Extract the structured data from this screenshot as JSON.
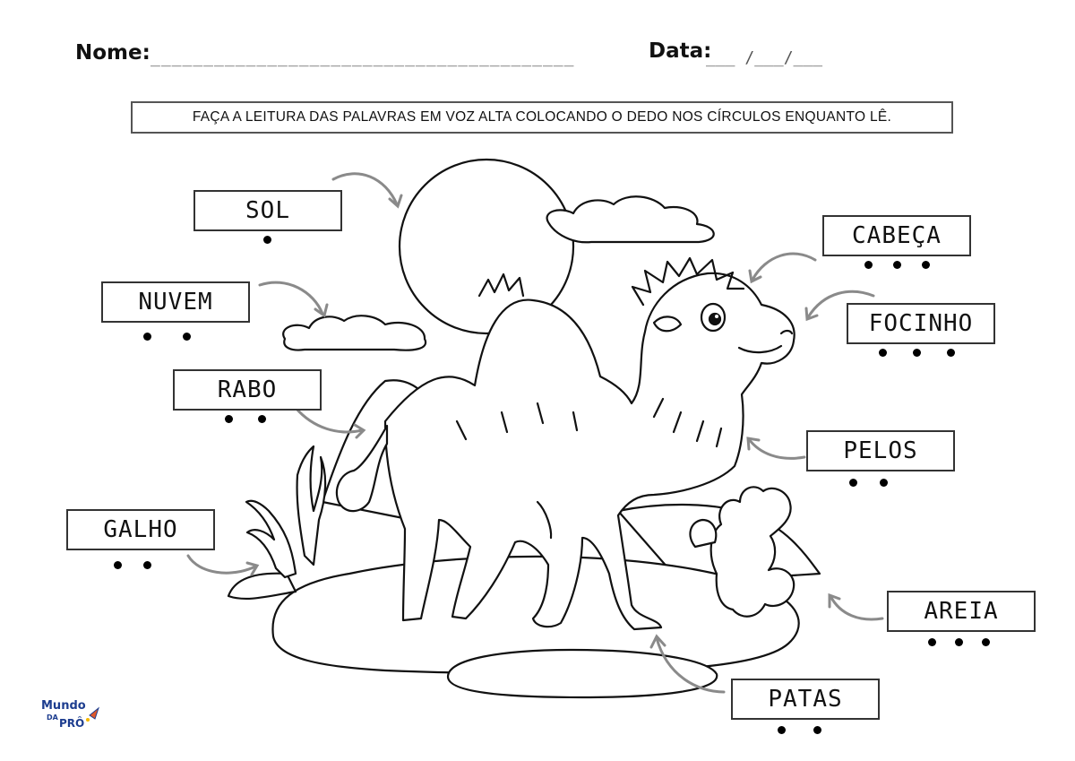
{
  "header": {
    "name_label": "Nome:",
    "name_line": "________________________________________",
    "date_label": "Data:",
    "date_line": "___ /___/___"
  },
  "instruction": "FAÇA A LEITURA DAS PALAVRAS EM VOZ ALTA COLOCANDO O DEDO NOS CÍRCULOS ENQUANTO LÊ.",
  "words": [
    {
      "id": "sol",
      "text": "SOL",
      "syllables": 1
    },
    {
      "id": "nuvem",
      "text": "NUVEM",
      "syllables": 2
    },
    {
      "id": "rabo",
      "text": "RABO",
      "syllables": 2
    },
    {
      "id": "galho",
      "text": "GALHO",
      "syllables": 2
    },
    {
      "id": "cabeca",
      "text": "CABEÇA",
      "syllables": 3
    },
    {
      "id": "focinho",
      "text": "FOCINHO",
      "syllables": 3
    },
    {
      "id": "pelos",
      "text": "PELOS",
      "syllables": 2
    },
    {
      "id": "areia",
      "text": "AREIA",
      "syllables": 3
    },
    {
      "id": "patas",
      "text": "PATAS",
      "syllables": 2
    }
  ],
  "logo": {
    "line1": "Mundo",
    "line2": "DA",
    "line3": "PRÔ",
    "color": "#1d3d8f"
  }
}
